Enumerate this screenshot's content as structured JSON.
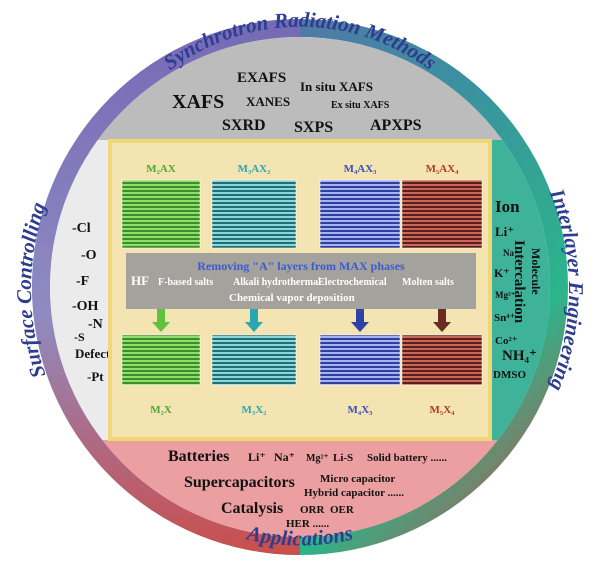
{
  "ring": {
    "top": "Synchrotron Radiation Methods",
    "left": "Surface Controlling",
    "right": "Interlayer Engineering",
    "bottom": "Applications"
  },
  "synchrotron": {
    "xafs": "XAFS",
    "exafs": "EXAFS",
    "insitu": "In situ XAFS",
    "xanes": "XANES",
    "exsitu": "Ex situ XAFS",
    "sxrd": "SXRD",
    "sxps": "SXPS",
    "apxps": "APXPS"
  },
  "surface_groups": [
    "-Cl",
    "-O",
    "-F",
    "-OH",
    "-N",
    "-S",
    "Defect",
    "-Pt"
  ],
  "interlayer": {
    "ion": "Ion",
    "li": "Li⁺",
    "na": "Na⁺",
    "k": "K⁺",
    "mg": "Mg²⁺",
    "sn": "Sn⁴⁺",
    "co": "Co²⁺",
    "nh4": "NH₄⁺",
    "dmso": "DMSO",
    "molecule": "Molecule",
    "intercalation": "Intercalation"
  },
  "max_phases": {
    "top_labels": [
      "M₂AX",
      "M₃AX₂",
      "M₄AX₃",
      "M₅AX₄"
    ],
    "bottom_labels": [
      "M₂X",
      "M₃X₂",
      "M₄X₃",
      "M₅X₄"
    ],
    "banner_title": "Removing \"A\" layers from MAX phases",
    "methods": {
      "hf": "HF",
      "fsalts": "F-based salts",
      "alkali": "Alkali hydrothermal",
      "electro": "Electrochemical",
      "molten": "Molten salts",
      "cvd": "Chemical vapor deposition"
    },
    "colors": {
      "green": "#5fc13d",
      "teal": "#2aa6b3",
      "blue": "#3040a8",
      "brown": "#6a2c22"
    }
  },
  "applications": {
    "batteries": "Batteries",
    "li": "Li⁺",
    "na": "Na⁺",
    "mg": "Mg²⁺",
    "lis": "Li-S",
    "solid": "Solid battery ......",
    "supercap": "Supercapacitors",
    "micro": "Micro capacitor",
    "hybrid": "Hybrid capacitor ......",
    "catalysis": "Catalysis",
    "orr": "ORR",
    "oer": "OER",
    "her": "HER ......"
  }
}
